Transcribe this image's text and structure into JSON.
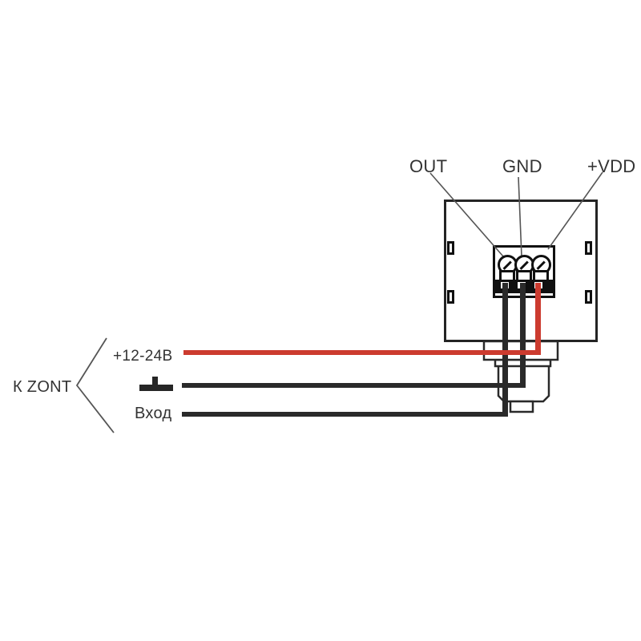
{
  "diagram": {
    "type": "wiring-diagram",
    "device": {
      "terminals": [
        {
          "id": "out",
          "label": "OUT"
        },
        {
          "id": "gnd",
          "label": "GND"
        },
        {
          "id": "vdd",
          "label": "+VDD"
        }
      ]
    },
    "source_group": {
      "label": "К ZONT",
      "wires": [
        {
          "label": "+12-24В",
          "color": "#cc3b2f",
          "connects_to": "+VDD"
        },
        {
          "label": "",
          "symbol": "chassis-ground",
          "color": "#262626",
          "connects_to": "GND"
        },
        {
          "label": "Вход",
          "color": "#262626",
          "connects_to": "OUT"
        }
      ]
    },
    "colors": {
      "background": "#ffffff",
      "wire_black": "#2a2a2a",
      "wire_red": "#cc3b2f",
      "outline": "#242424",
      "terminal_block": "#101010",
      "leader_line": "#555555",
      "text": "#333333"
    }
  }
}
